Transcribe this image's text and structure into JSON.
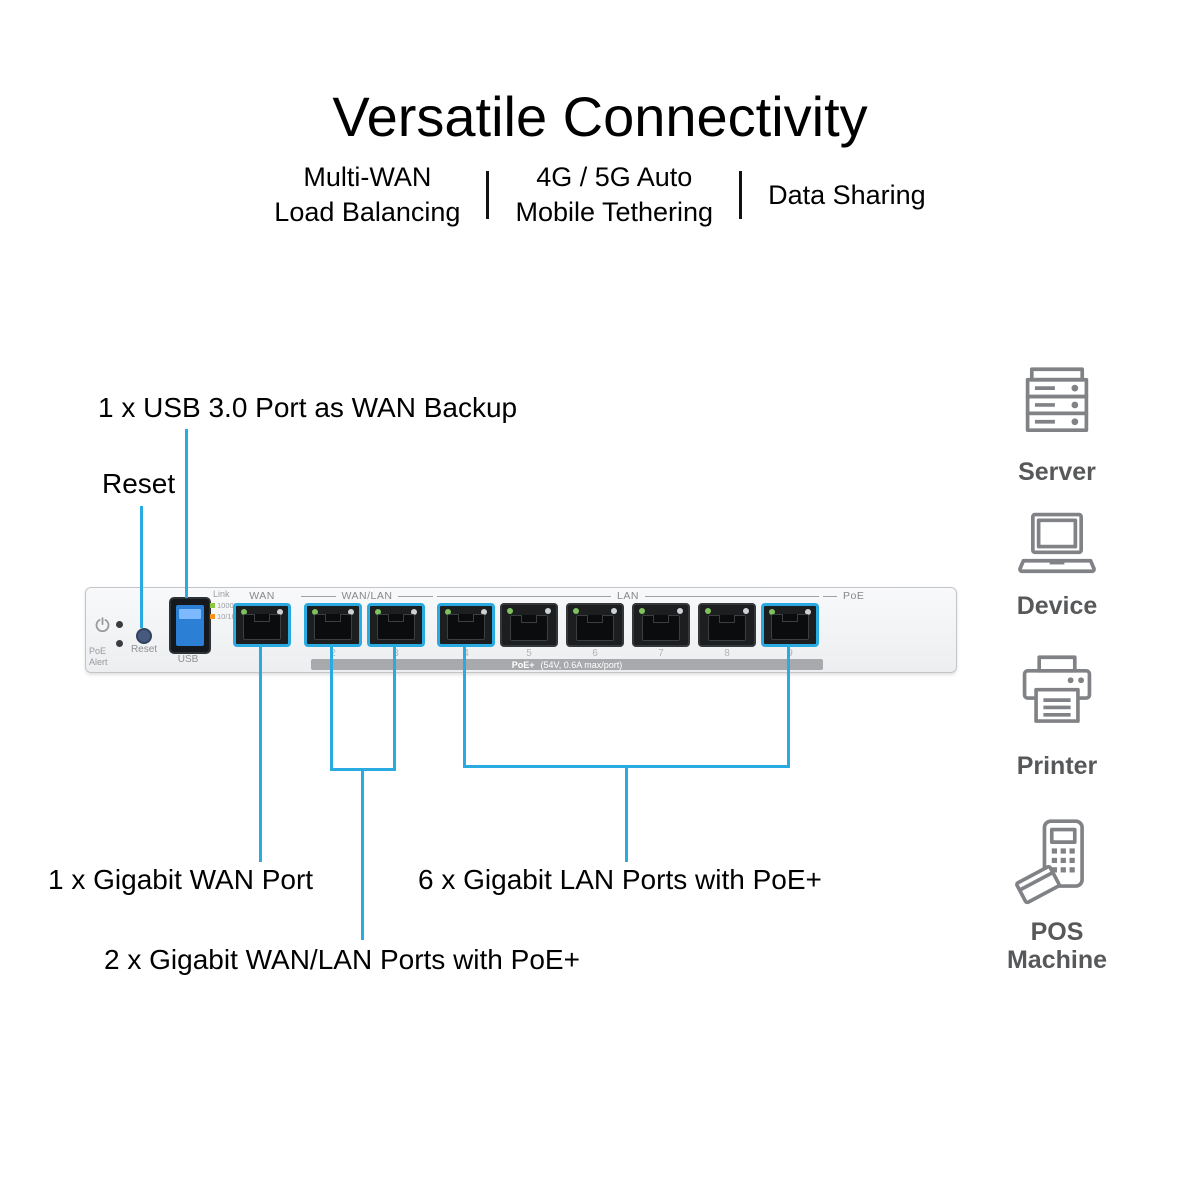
{
  "header": {
    "title": "Versatile Connectivity",
    "features": [
      {
        "line1": "Multi-WAN",
        "line2": "Load Balancing"
      },
      {
        "line1": "4G / 5G Auto",
        "line2": "Mobile Tethering"
      },
      {
        "line1": "Data Sharing",
        "line2": ""
      }
    ]
  },
  "callouts": {
    "usb": "1 x USB 3.0 Port as WAN Backup",
    "reset": "Reset",
    "wan": "1 x Gigabit WAN Port",
    "lan": "6 x Gigabit LAN Ports with PoE+",
    "wanlan": "2 x Gigabit WAN/LAN Ports with PoE+"
  },
  "device": {
    "labels": {
      "link": "Link",
      "led_green": "1000M",
      "led_orange": "10/100",
      "wan": "WAN",
      "wanlan": "WAN/LAN",
      "lan": "LAN",
      "poe": "PoE",
      "reset": "Reset",
      "usb": "USB",
      "poe_alert_1": "PoE",
      "poe_alert_2": "Alert",
      "poe_bar_title": "PoE+",
      "poe_bar_spec": "(54V, 0.6A max/port)"
    },
    "port_numbers": [
      "2",
      "3",
      "4",
      "5",
      "6",
      "7",
      "8",
      "9"
    ]
  },
  "connected_devices": [
    {
      "label": "Server"
    },
    {
      "label": "Device"
    },
    {
      "label": "Printer"
    },
    {
      "label": "POS Machine"
    }
  ],
  "colors": {
    "accent_line": "#29ABE2",
    "poe_bar": "#A7A9AC",
    "led_green": "#8DC63F",
    "led_orange": "#F7941D",
    "usb_blue": "#2B7FD4",
    "icon_gray": "#808285"
  }
}
